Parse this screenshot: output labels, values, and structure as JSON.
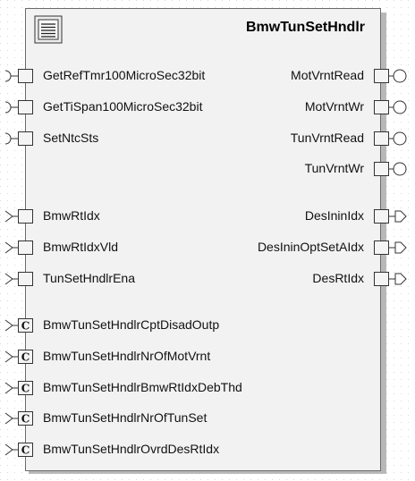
{
  "component": {
    "title": "BmwTunSetHndlr",
    "icon": "component-list-icon"
  },
  "left_ports": [
    {
      "label": "GetRefTmr100MicroSec32bit",
      "kind": "client-server-required",
      "icon": "required-port-icon"
    },
    {
      "label": "GetTiSpan100MicroSec32bit",
      "kind": "client-server-required",
      "icon": "required-port-icon"
    },
    {
      "label": "SetNtcSts",
      "kind": "client-server-required",
      "icon": "required-port-icon"
    },
    {
      "label": "BmwRtIdx",
      "kind": "sender-receiver-required",
      "icon": "receiver-port-icon"
    },
    {
      "label": "BmwRtIdxVld",
      "kind": "sender-receiver-required",
      "icon": "receiver-port-icon"
    },
    {
      "label": "TunSetHndlrEna",
      "kind": "sender-receiver-required",
      "icon": "receiver-port-icon"
    },
    {
      "label": "BmwTunSetHndlrCptDisadOutp",
      "kind": "calibration",
      "icon": "calibration-port-icon",
      "glyph": "C"
    },
    {
      "label": "BmwTunSetHndlrNrOfMotVrnt",
      "kind": "calibration",
      "icon": "calibration-port-icon",
      "glyph": "C"
    },
    {
      "label": "BmwTunSetHndlrBmwRtIdxDebThd",
      "kind": "calibration",
      "icon": "calibration-port-icon",
      "glyph": "C"
    },
    {
      "label": "BmwTunSetHndlrNrOfTunSet",
      "kind": "calibration",
      "icon": "calibration-port-icon",
      "glyph": "C"
    },
    {
      "label": "BmwTunSetHndlrOvrdDesRtIdx",
      "kind": "calibration",
      "icon": "calibration-port-icon",
      "glyph": "C"
    }
  ],
  "right_ports": [
    {
      "label": "MotVrntRead",
      "kind": "client-server-provided",
      "icon": "provided-port-icon"
    },
    {
      "label": "MotVrntWr",
      "kind": "client-server-provided",
      "icon": "provided-port-icon"
    },
    {
      "label": "TunVrntRead",
      "kind": "client-server-provided",
      "icon": "provided-port-icon"
    },
    {
      "label": "TunVrntWr",
      "kind": "client-server-provided",
      "icon": "provided-port-icon"
    },
    {
      "label": "DesIninIdx",
      "kind": "sender-receiver-provided",
      "icon": "sender-port-icon"
    },
    {
      "label": "DesIninOptSetAIdx",
      "kind": "sender-receiver-provided",
      "icon": "sender-port-icon"
    },
    {
      "label": "DesRtIdx",
      "kind": "sender-receiver-provided",
      "icon": "sender-port-icon"
    }
  ],
  "colors": {
    "body": "#f2f2f2",
    "border": "#6b6b6b",
    "shadow": "#b8b8b8",
    "port_fill": "#f4f4f4",
    "port_stroke": "#333333"
  }
}
